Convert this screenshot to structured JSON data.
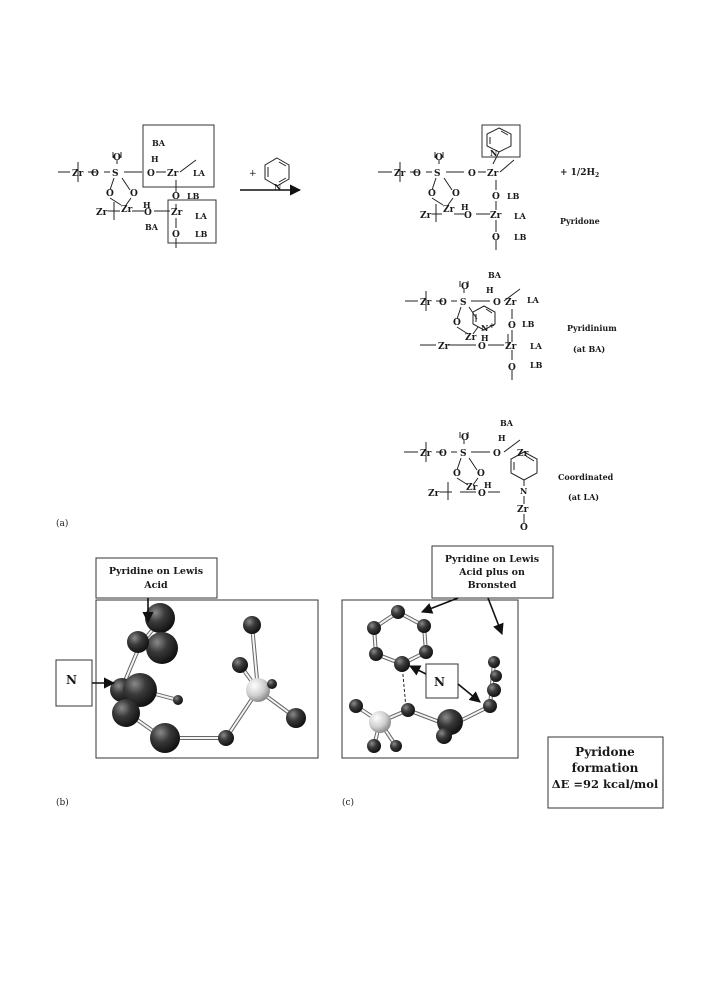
{
  "atoms": {
    "zr": "Zr",
    "o": "O",
    "s": "S",
    "h": "H",
    "n": "N",
    "ba": "BA",
    "la": "LA",
    "lb": "LB",
    "plus": "+"
  },
  "panel_a": {
    "label": "(a)",
    "plus_sign": "+",
    "h2": "+ 1/2H",
    "h2_sub": "2",
    "product_pyridone": "Pyridone",
    "product_pyridinium": "Pyridinium",
    "product_pyridinium_sub": "(at BA)",
    "product_coordinated": "Coordinated",
    "product_coordinated_sub": "(at LA)"
  },
  "panel_b": {
    "label": "(b)",
    "callout_line1": "Pyridine on Lewis",
    "callout_line2": "Acid",
    "n_label": "N"
  },
  "panel_c": {
    "label": "(c)",
    "callout_line1": "Pyridine on Lewis",
    "callout_line2": "Acid plus on",
    "callout_line3": "Bronsted",
    "n_label": "N"
  },
  "energy_box": {
    "line1": "Pyridone",
    "line2": "formation",
    "line3": "ΔE =92 kcal/mol"
  },
  "colors": {
    "ink": "#1a1a1a",
    "atom_dark": "#2e2e2e",
    "atom_light": "#d8d8d8",
    "paper": "#ffffff"
  }
}
